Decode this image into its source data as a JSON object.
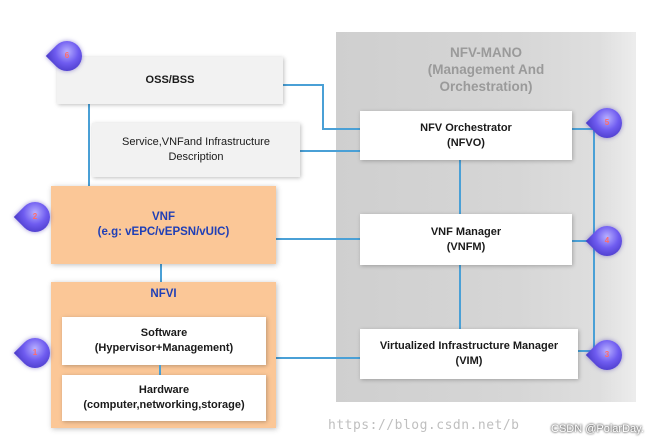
{
  "diagram": {
    "mano": {
      "title_lines": [
        "NFV-MANO",
        "(Management And",
        "Orchestration)"
      ]
    },
    "oss_bss": {
      "label": "OSS/BSS"
    },
    "description": {
      "lines": [
        "Service,VNFand Infrastructure",
        "Description"
      ]
    },
    "vnf": {
      "title": "VNF",
      "subtitle": "(e.g: vEPC/vEPSN/vUIC)"
    },
    "nfvi": {
      "title": "NFVI",
      "software": {
        "lines": [
          "Software",
          "(Hypervisor+Management)"
        ]
      },
      "hardware": {
        "lines": [
          "Hardware",
          "(computer,networking,storage)"
        ]
      }
    },
    "nfvo": {
      "lines": [
        "NFV Orchestrator",
        "(NFVO)"
      ]
    },
    "vnfm": {
      "lines": [
        "VNF Manager",
        "(VNFM)"
      ]
    },
    "vim": {
      "lines": [
        "Virtualized Infrastructure Manager",
        "(VIM)"
      ]
    },
    "badges": {
      "oss": "6",
      "vnf": "2",
      "nfvi": "1",
      "nfvo": "5",
      "vnfm": "4",
      "vim": "3"
    },
    "colors": {
      "connector": "#4aa0d6",
      "orange_block": "#fbc797",
      "title_blue": "#1f3fb6",
      "mano_panel": "#d4d4d4",
      "badge": "#6f5cf0"
    }
  },
  "watermark": {
    "url_text": "https://blog.csdn.net/b",
    "credit": "CSDN @PolarDay."
  }
}
